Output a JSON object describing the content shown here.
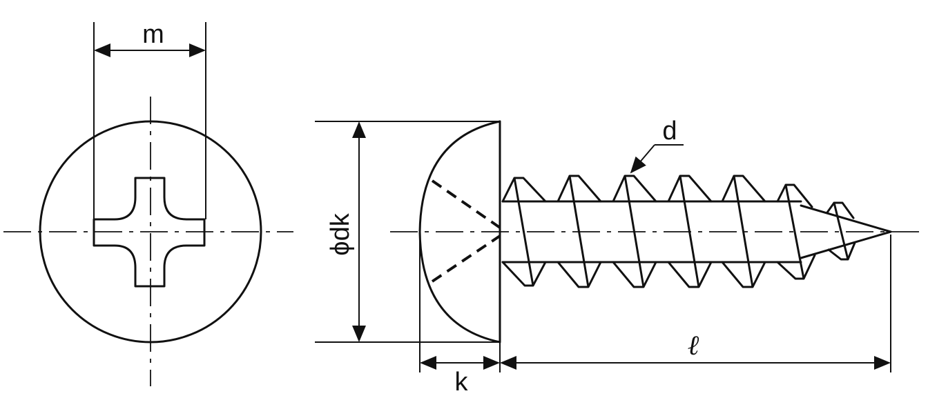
{
  "labels": {
    "m": "m",
    "dk": "ϕdk",
    "d": "d",
    "k": "k",
    "l": "ℓ"
  },
  "colors": {
    "line": "#111111",
    "background": "#ffffff"
  }
}
